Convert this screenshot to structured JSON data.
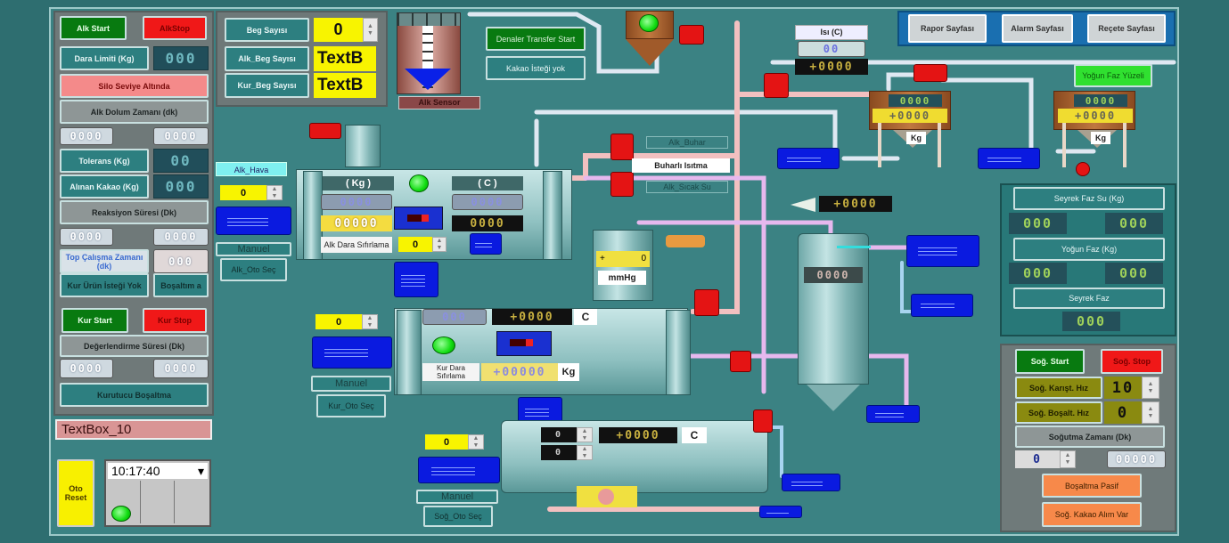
{
  "left_panel": {
    "alk_start": "Alk Start",
    "alk_stop": "AlkStop",
    "dara_limiti": "Dara Limiti (Kg)",
    "dara_limiti_value": "000",
    "silo_alarm": "Silo Seviye Altında",
    "alk_dolum_zamani": "Alk Dolum Zamanı (dk)",
    "alk_dolum_set": "0000",
    "alk_dolum_actual": "0000",
    "tolerans": "Tolerans (Kg)",
    "tolerans_value": "00",
    "alinan_kakao": "Alınan Kakao (Kg)",
    "alinan_kakao_value": "000",
    "reaksiyon_suresi": "Reaksiyon Süresi (Dk)",
    "reaksiyon_set": "0000",
    "reaksiyon_actual": "0000",
    "top_calisma": "Top Çalışma Zamanı (dk)",
    "top_calisma_value": "000",
    "kur_urun_istegi": "Kur Ürün İsteği Yok",
    "bosaltim": "Boşaltım a",
    "kur_start": "Kur Start",
    "kur_stop": "Kur Stop",
    "degerlendirme_suresi": "Değerlendirme Süresi (Dk)",
    "degerlendirme_set": "0000",
    "degerlendirme_actual": "0000",
    "kurutucu_bosaltma": "Kurutucu Boşaltma",
    "textbox10": "TextBox_10",
    "oto_reset": "Oto Reset",
    "clock": "10:17:40",
    "clock_dropdown": "▾"
  },
  "batch_panel": {
    "beg_sayisi": "Beg Sayısı",
    "beg_sayisi_value": "0",
    "alk_beg_sayisi": "Alk_Beg Sayısı",
    "alk_beg_value": "TextB",
    "kur_beg_sayisi": "Kur_Beg Sayısı",
    "kur_beg_value": "TextB"
  },
  "top": {
    "alk_sensor": "Alk Sensor",
    "transfer_start": "Denaler Transfer Start",
    "kakao_istegi": "Kakao İsteği yok"
  },
  "nav": {
    "rapor": "Rapor Sayfası",
    "alarm": "Alarm Sayfası",
    "recete": "Reçete Sayfası"
  },
  "heat": {
    "isi_label": "Isı (C)",
    "isi_set": "00",
    "isi_actual": "+0000",
    "tank1_set": "0000",
    "tank1_actual": "+0000",
    "tank1_unit": "Kg",
    "tank2_set": "0000",
    "tank2_actual": "+0000",
    "tank2_unit": "Kg",
    "yogun_faz_yuzeli": "Yoğun Faz Yüzeli"
  },
  "alk_reactor": {
    "alk_hava": "Alk_Hava",
    "alk_hava_value": "0",
    "manuel": "Manuel",
    "oto_sec": "Alk_Oto Seç",
    "kg_label": "( Kg )",
    "c_label": "( C )",
    "kg_set": "0000",
    "kg_actual": "00000",
    "c_set": "0000",
    "c_actual": "0000",
    "dara_sifirlama": "Alk Dara Sıfırlama",
    "speed_value": "0"
  },
  "steam": {
    "alk_buhar": "Alk_Buhar",
    "buharli_isitma": "Buharlı Isıtma",
    "alk_sicak_su": "Alk_Sıcak Su",
    "vacuum_value": "0",
    "vacuum_sign": "+",
    "vacuum_unit": "mmHg",
    "condenser_temp": "+0000",
    "column_display": "0000"
  },
  "kur_reactor": {
    "speed_value": "0",
    "set_display": "000",
    "temp_actual": "+0000",
    "temp_unit": "C",
    "dara_sifirlama": "Kur Dara Sıfırlama",
    "kg_actual": "+00000",
    "kg_unit": "Kg",
    "manuel": "Manuel",
    "oto_sec": "Kur_Oto Seç"
  },
  "sog_reactor": {
    "speed_value": "0",
    "val1": "0",
    "val2": "0",
    "temp_actual": "+0000",
    "temp_unit": "C",
    "manuel": "Manuel",
    "oto_sec": "Soğ_Oto Seç"
  },
  "phase_panel": {
    "seyrek_faz_su": "Seyrek Faz Su (Kg)",
    "seyrek_su_a": "000",
    "seyrek_su_b": "000",
    "yogun_faz": "Yoğun Faz (Kg)",
    "yogun_a": "000",
    "yogun_b": "000",
    "seyrek_faz": "Seyrek Faz",
    "seyrek_value": "000"
  },
  "cooling_panel": {
    "sog_start": "Soğ. Start",
    "sog_stop": "Soğ. Stop",
    "karistirma_hiz": "Soğ. Karışt. Hız",
    "karistirma_value": "10",
    "bosalt_hiz": "Soğ. Boşalt. Hız",
    "bosalt_value": "0",
    "sogutma_zamani": "Soğutma Zamanı (Dk)",
    "sogutma_set": "0",
    "sogutma_actual": "00000",
    "bosaltma_pasif": "Boşaltma Pasif",
    "kakao_alim": "Soğ. Kakao Alım Var"
  },
  "colors": {
    "background": "#3b8283",
    "start": "#087a10",
    "stop": "#f01818",
    "display_yellow": "#f8f400",
    "nav": "#1a6fb0"
  }
}
